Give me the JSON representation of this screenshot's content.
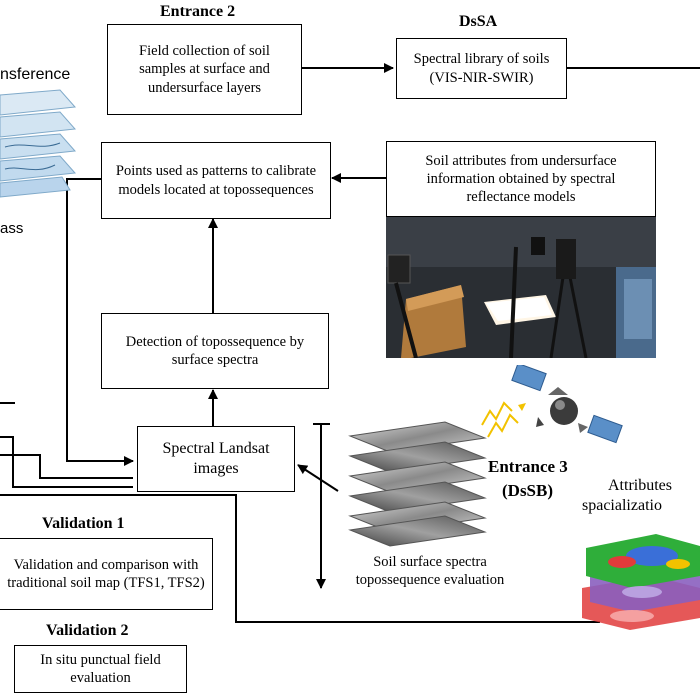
{
  "labels": {
    "entrance2": "Entrance 2",
    "dssa": "DsSA",
    "entrance3_line1": "Entrance 3",
    "entrance3_line2": "(DsSB)",
    "validation1": "Validation 1",
    "validation2": "Validation 2",
    "transference_partial": "nsference",
    "class_partial": "ass",
    "attributes_line1": "Attributes",
    "attributes_line2": "spacializatio"
  },
  "boxes": {
    "field_collection": "Field collection of soil samples at surface and undersurface layers",
    "spectral_library": "Spectral library of soils (VIS-NIR-SWIR)",
    "points_patterns": "Points used as patterns to calibrate models located at topossequences",
    "soil_attributes": "Soil attributes from undersurface information obtained by spectral reflectance models",
    "detection": "Detection of topossequence by surface spectra",
    "landsat": "Spectral Landsat images",
    "validation1_box": "Validation and comparison with traditional soil map (TFS1, TFS2)",
    "validation2_box": "In situ punctual field evaluation"
  },
  "captions": {
    "soil_surface": "Soil surface spectra topossequence evaluation"
  },
  "colors": {
    "line": "#000000",
    "map_blue": "#cfe3f0",
    "satellite": "#5a8fc8",
    "signal": "#f2c200",
    "attr_green": "#2fae3a",
    "attr_red": "#e13b3b",
    "attr_purple": "#8a5fbf",
    "attr_blue": "#3a6fd8"
  }
}
